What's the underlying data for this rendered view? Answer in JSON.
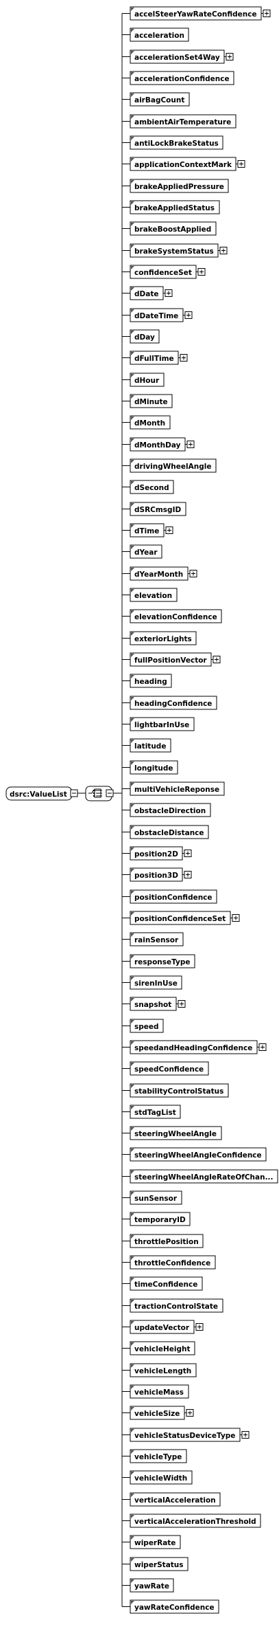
{
  "root": {
    "label": "dsrc:ValueList"
  },
  "elements": [
    {
      "label": "accelSteerYawRateConfidence",
      "expand": true
    },
    {
      "label": "acceleration",
      "expand": false
    },
    {
      "label": "accelerationSet4Way",
      "expand": true
    },
    {
      "label": "accelerationConfidence",
      "expand": false
    },
    {
      "label": "airBagCount",
      "expand": false
    },
    {
      "label": "ambientAirTemperature",
      "expand": false
    },
    {
      "label": "antiLockBrakeStatus",
      "expand": false
    },
    {
      "label": "applicationContextMark",
      "expand": true
    },
    {
      "label": "brakeAppliedPressure",
      "expand": false
    },
    {
      "label": "brakeAppliedStatus",
      "expand": false
    },
    {
      "label": "brakeBoostApplied",
      "expand": false
    },
    {
      "label": "brakeSystemStatus",
      "expand": true
    },
    {
      "label": "confidenceSet",
      "expand": true
    },
    {
      "label": "dDate",
      "expand": true
    },
    {
      "label": "dDateTime",
      "expand": true
    },
    {
      "label": "dDay",
      "expand": false
    },
    {
      "label": "dFullTime",
      "expand": true
    },
    {
      "label": "dHour",
      "expand": false
    },
    {
      "label": "dMinute",
      "expand": false
    },
    {
      "label": "dMonth",
      "expand": false
    },
    {
      "label": "dMonthDay",
      "expand": true
    },
    {
      "label": "drivingWheelAngle",
      "expand": false
    },
    {
      "label": "dSecond",
      "expand": false
    },
    {
      "label": "dSRCmsgID",
      "expand": false
    },
    {
      "label": "dTime",
      "expand": true
    },
    {
      "label": "dYear",
      "expand": false
    },
    {
      "label": "dYearMonth",
      "expand": true
    },
    {
      "label": "elevation",
      "expand": false
    },
    {
      "label": "elevationConfidence",
      "expand": false
    },
    {
      "label": "exteriorLights",
      "expand": false
    },
    {
      "label": "fullPositionVector",
      "expand": true
    },
    {
      "label": "heading",
      "expand": false
    },
    {
      "label": "headingConfidence",
      "expand": false
    },
    {
      "label": "lightbarInUse",
      "expand": false
    },
    {
      "label": "latitude",
      "expand": false
    },
    {
      "label": "longitude",
      "expand": false
    },
    {
      "label": "multiVehicleReponse",
      "expand": false
    },
    {
      "label": "obstacleDirection",
      "expand": false
    },
    {
      "label": "obstacleDistance",
      "expand": false
    },
    {
      "label": "position2D",
      "expand": true
    },
    {
      "label": "position3D",
      "expand": true
    },
    {
      "label": "positionConfidence",
      "expand": false
    },
    {
      "label": "positionConfidenceSet",
      "expand": true
    },
    {
      "label": "rainSensor",
      "expand": false
    },
    {
      "label": "responseType",
      "expand": false
    },
    {
      "label": "sirenInUse",
      "expand": false
    },
    {
      "label": "snapshot",
      "expand": true
    },
    {
      "label": "speed",
      "expand": false
    },
    {
      "label": "speedandHeadingConfidence",
      "expand": true
    },
    {
      "label": "speedConfidence",
      "expand": false
    },
    {
      "label": "stabilityControlStatus",
      "expand": false
    },
    {
      "label": "stdTagList",
      "expand": false
    },
    {
      "label": "steeringWheelAngle",
      "expand": false
    },
    {
      "label": "steeringWheelAngleConfidence",
      "expand": false
    },
    {
      "label": "steeringWheelAngleRateOfChan...",
      "expand": false
    },
    {
      "label": "sunSensor",
      "expand": false
    },
    {
      "label": "temporaryID",
      "expand": false
    },
    {
      "label": "throttlePosition",
      "expand": false
    },
    {
      "label": "throttleConfidence",
      "expand": false
    },
    {
      "label": "timeConfidence",
      "expand": false
    },
    {
      "label": "tractionControlState",
      "expand": false
    },
    {
      "label": "updateVector",
      "expand": true
    },
    {
      "label": "vehicleHeight",
      "expand": false
    },
    {
      "label": "vehicleLength",
      "expand": false
    },
    {
      "label": "vehicleMass",
      "expand": false
    },
    {
      "label": "vehicleSize",
      "expand": true
    },
    {
      "label": "vehicleStatusDeviceType",
      "expand": true
    },
    {
      "label": "vehicleType",
      "expand": false
    },
    {
      "label": "vehicleWidth",
      "expand": false
    },
    {
      "label": "verticalAcceleration",
      "expand": false
    },
    {
      "label": "verticalAccelerationThreshold",
      "expand": false
    },
    {
      "label": "wiperRate",
      "expand": false
    },
    {
      "label": "wiperStatus",
      "expand": false
    },
    {
      "label": "yawRate",
      "expand": false
    },
    {
      "label": "yawRateConfidence",
      "expand": false
    }
  ]
}
